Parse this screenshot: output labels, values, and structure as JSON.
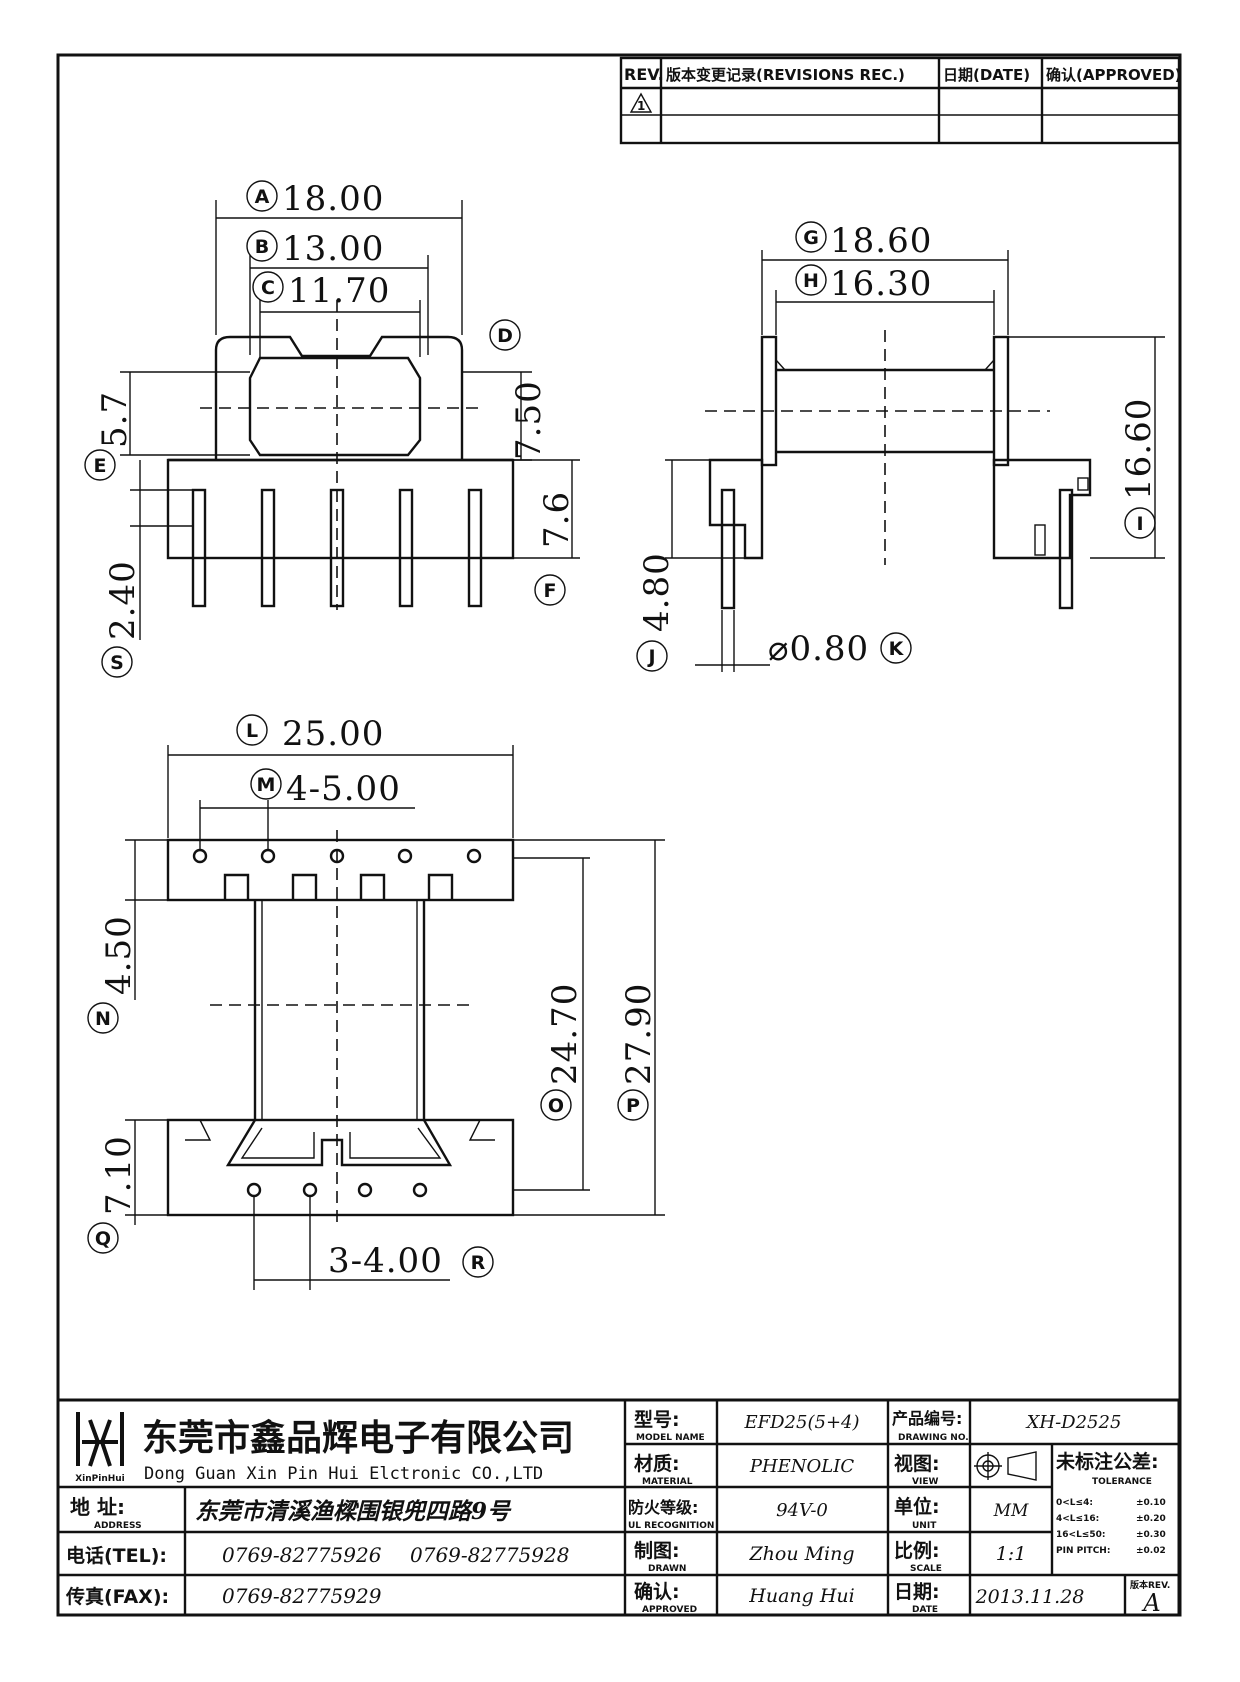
{
  "revision_table": {
    "headers": [
      "REV.",
      "版本变更记录(REVISIONS REC.)",
      "日期(DATE)",
      "确认(APPROVED)"
    ],
    "rev_symbol": "1"
  },
  "dimensions": {
    "A": {
      "letter": "A",
      "value": "18.00"
    },
    "B": {
      "letter": "B",
      "value": "13.00"
    },
    "C": {
      "letter": "C",
      "value": "11.70"
    },
    "D": {
      "letter": "D",
      "value": "7.50"
    },
    "E": {
      "letter": "E",
      "value": "5.7"
    },
    "F": {
      "letter": "F",
      "value": "7.6"
    },
    "S": {
      "letter": "S",
      "value": "2.40"
    },
    "G": {
      "letter": "G",
      "value": "18.60"
    },
    "H": {
      "letter": "H",
      "value": "16.30"
    },
    "I": {
      "letter": "I",
      "value": "16.60"
    },
    "J": {
      "letter": "J",
      "value": "4.80"
    },
    "K": {
      "letter": "K",
      "value": "⌀0.80"
    },
    "L": {
      "letter": "L",
      "value": "25.00"
    },
    "M": {
      "letter": "M",
      "value": "4-5.00"
    },
    "N": {
      "letter": "N",
      "value": "4.50"
    },
    "O": {
      "letter": "O",
      "value": "24.70"
    },
    "P": {
      "letter": "P",
      "value": "27.90"
    },
    "Q": {
      "letter": "Q",
      "value": "7.10"
    },
    "R": {
      "letter": "R",
      "value": "3-4.00"
    }
  },
  "title_block": {
    "logo_text": "XinPinHui",
    "company_cn": "东莞市鑫品辉电子有限公司",
    "company_en": "Dong Guan Xin Pin Hui Elctronic CO.,LTD",
    "address_label": "地  址:",
    "address_label_en": "ADDRESS",
    "address": "东莞市清溪渔樑围银兜四路9号",
    "tel_label": "电话(TEL):",
    "tel1": "0769-82775926",
    "tel2": "0769-82775928",
    "fax_label": "传真(FAX):",
    "fax": "0769-82775929",
    "model_label": "型号:",
    "model_label_en": "MODEL NAME",
    "model": "EFD25(5+4)",
    "material_label": "材质:",
    "material_label_en": "MATERIAL",
    "material": "PHENOLIC",
    "ul_label": "防火等级:",
    "ul_label_en": "UL RECOGNITION",
    "ul": "94V-0",
    "drawn_label": "制图:",
    "drawn_label_en": "DRAWN",
    "drawn": "Zhou Ming",
    "approved_label": "确认:",
    "approved_label_en": "APPROVED",
    "approved": "Huang Hui",
    "drawing_no_label": "产品编号:",
    "drawing_no_label_en": "DRAWING NO.",
    "drawing_no": "XH-D2525",
    "view_label": "视图:",
    "view_label_en": "VIEW",
    "unit_label": "单位:",
    "unit_label_en": "UNIT",
    "unit": "MM",
    "scale_label": "比例:",
    "scale_label_en": "SCALE",
    "scale": "1:1",
    "date_label": "日期:",
    "date_label_en": "DATE",
    "date": "2013.11.28",
    "tolerance_label": "未标注公差:",
    "tolerance_label_en": "TOLERANCE",
    "tolerances": [
      {
        "range": "0<L≤4:",
        "value": "±0.10"
      },
      {
        "range": "4<L≤16:",
        "value": "±0.20"
      },
      {
        "range": "16<L≤50:",
        "value": "±0.30"
      },
      {
        "range": "PIN PITCH:",
        "value": "±0.02"
      }
    ],
    "rev_label": "版本REV.",
    "rev": "A"
  }
}
